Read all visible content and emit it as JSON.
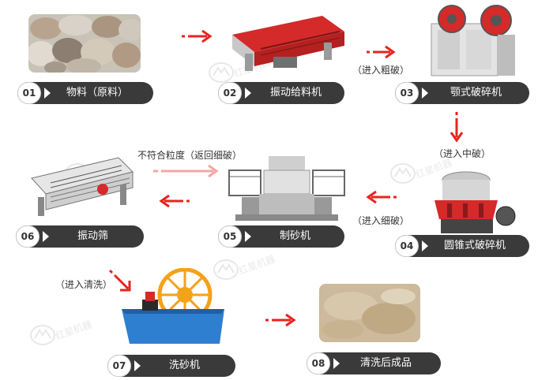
{
  "steps": [
    {
      "num": "01",
      "label": "物料（原料）"
    },
    {
      "num": "02",
      "label": "振动给料机"
    },
    {
      "num": "03",
      "label": "颚式破碎机"
    },
    {
      "num": "04",
      "label": "圆锥式破碎机"
    },
    {
      "num": "05",
      "label": "制砂机"
    },
    {
      "num": "06",
      "label": "振动筛"
    },
    {
      "num": "07",
      "label": "洗砂机"
    },
    {
      "num": "08",
      "label": "清洗后成品"
    }
  ],
  "notes": {
    "coarse": "（进入粗破）",
    "medium": "（进入中破）",
    "fine": "（进入细破）",
    "return": "不符合粒度（返回细破）",
    "wash": "（进入清洗）"
  },
  "watermark": "红星机器",
  "colors": {
    "arrow": "#e8231f",
    "arrow_faded": "#f3a7a4",
    "pill": "#3a3a3a",
    "machine_red": "#d42a2a",
    "machine_blue": "#2f7fd0",
    "wheel_orange": "#f3a21a"
  }
}
